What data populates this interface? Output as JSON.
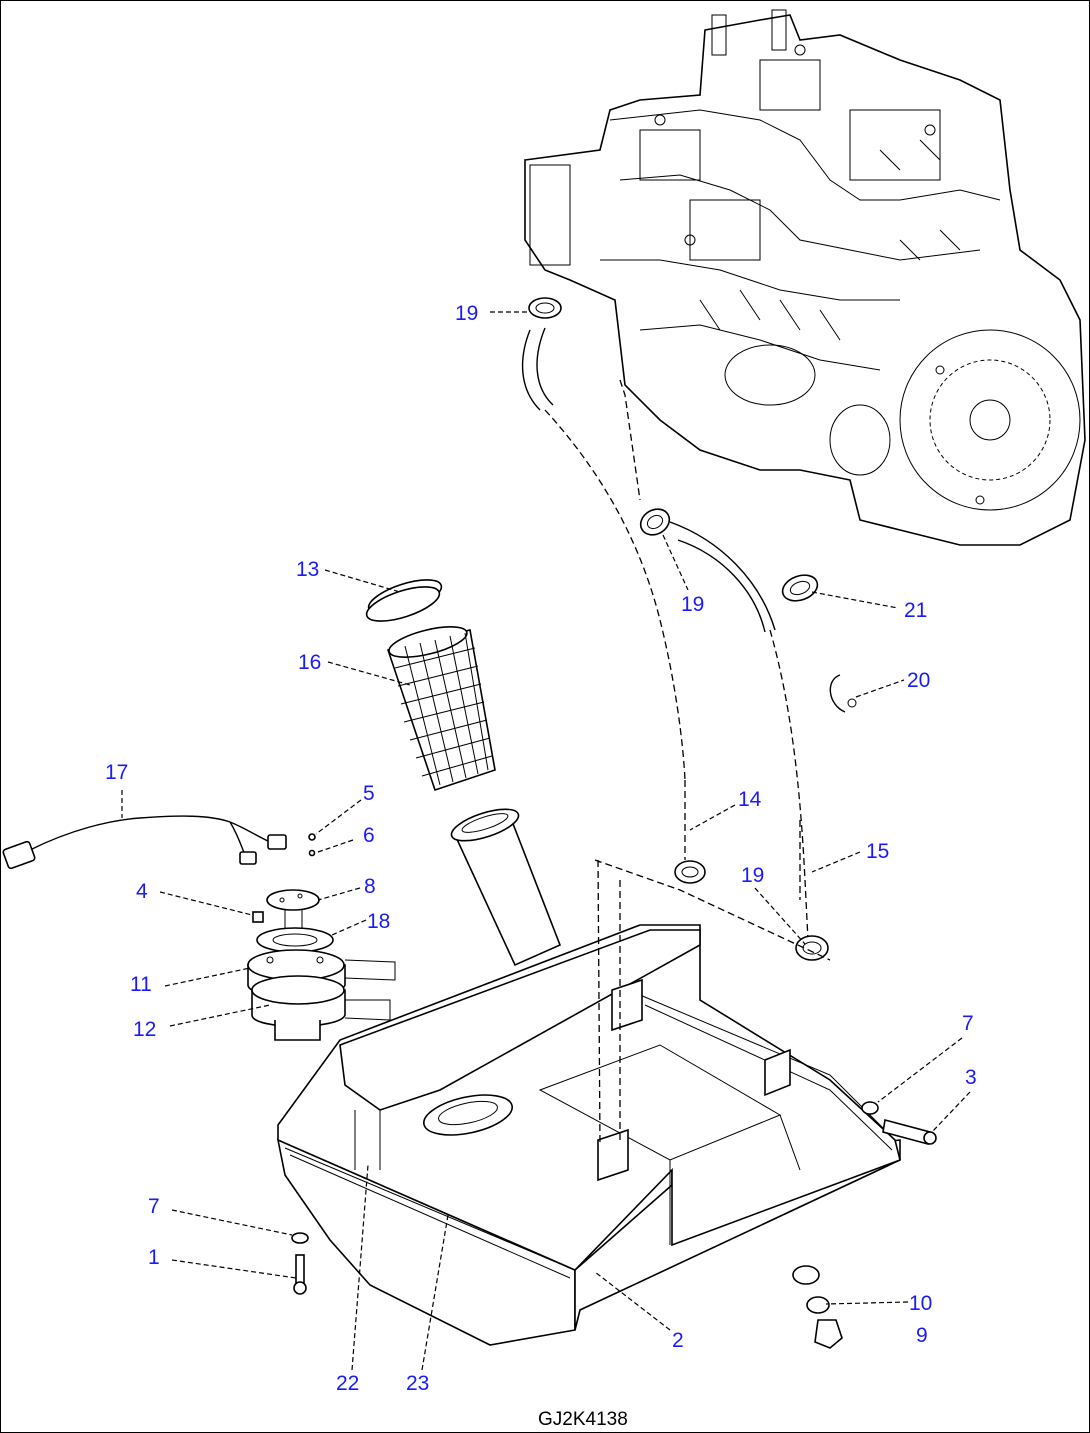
{
  "drawing_code": "GJ2K4138",
  "callouts": {
    "c1": "1",
    "c2": "2",
    "c3": "3",
    "c4": "4",
    "c5": "5",
    "c6": "6",
    "c7a": "7",
    "c7b": "7",
    "c8": "8",
    "c9": "9",
    "c10": "10",
    "c11": "11",
    "c12": "12",
    "c13": "13",
    "c14": "14",
    "c15": "15",
    "c16": "16",
    "c17": "17",
    "c18": "18",
    "c19a": "19",
    "c19b": "19",
    "c19c": "19",
    "c20": "20",
    "c21": "21",
    "c22": "22",
    "c23": "23"
  },
  "colors": {
    "callout": "#1a1aff",
    "line": "#000000",
    "background": "#ffffff"
  }
}
